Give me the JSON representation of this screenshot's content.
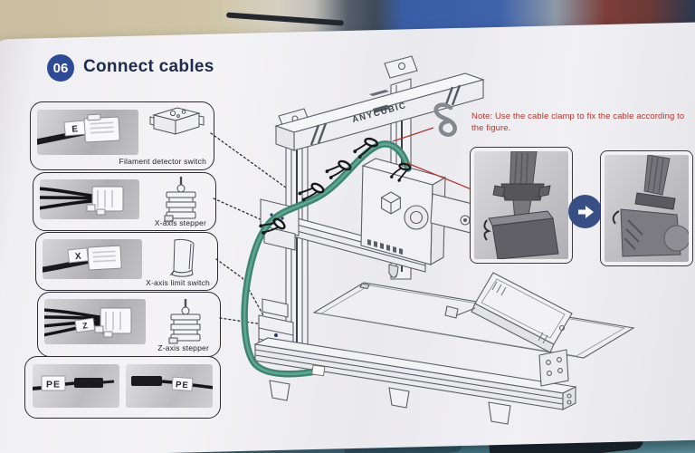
{
  "header": {
    "step_number": "06",
    "title": "Connect cables"
  },
  "note": "Note: Use the cable clamp to fix the cable according to the figure.",
  "printer": {
    "brand": "ANYCUBIC"
  },
  "panels": [
    {
      "label": "Filament detector switch",
      "cable_tag": "E"
    },
    {
      "label": "X-axis stepper",
      "cable_tag": ""
    },
    {
      "label": "X-axis limit switch",
      "cable_tag": "X"
    },
    {
      "label": "Z-axis stepper",
      "cable_tag": "Z"
    },
    {
      "label": "",
      "cable_tag_left": "PE",
      "cable_tag_right": "PE"
    }
  ],
  "icons": {
    "cable-clamp-icon": "gray twist-tie loop",
    "arrow-right-icon": "white arrow in blue circle",
    "filament-detector-switch-icon": "line-art sensor box",
    "stepper-motor-icon": "line-art stepper motor",
    "limit-switch-icon": "line-art switch cover"
  },
  "colors": {
    "step_badge_blue": "#2f4a94",
    "title_navy": "#1e2b4e",
    "note_red": "#b5382e",
    "cable_green": "#3d8573",
    "arrow_circle_blue": "#384e85"
  }
}
